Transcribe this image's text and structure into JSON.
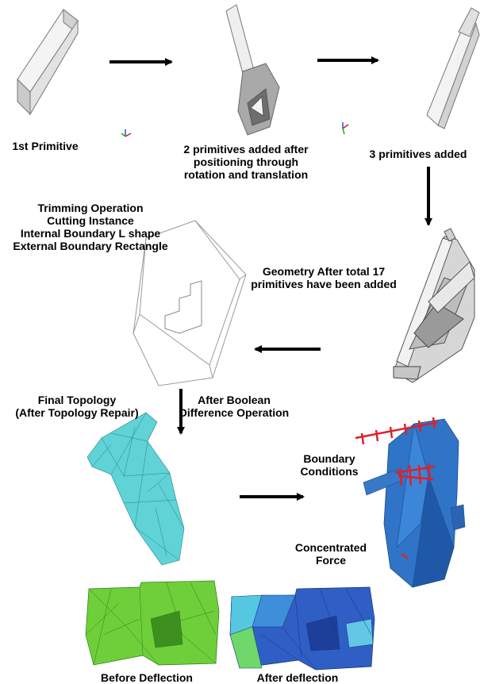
{
  "labels": {
    "first_primitive": "1st Primitive",
    "two_primitives": "2 primitives added after\npositioning through\nrotation and translation",
    "three_primitives": "3 primitives added",
    "trimming": "Trimming Operation\nCutting Instance\nInternal Boundary L shape\nExternal Boundary Rectangle",
    "geometry_17": "Geometry After total 17\nprimitives have been added",
    "final_topology": "Final Topology\n(After Topology Repair)",
    "boolean": "After Boolean\nDifference Operation",
    "boundary": "Boundary\nConditions",
    "force": "Concentrated\nForce",
    "before_deflection": "Before Deflection",
    "after_deflection": "After deflection"
  },
  "colors": {
    "arrow": "#000000",
    "primitive_face": "#f2f2f2",
    "primitive_side": "#c8c8c8",
    "cutting_outline": "#9a9a9a",
    "mesh_cyan": "#5fd3d6",
    "mesh_blue": "#2f74c6",
    "mesh_green": "#6fcf3a",
    "boundary_red": "#e0202a"
  }
}
